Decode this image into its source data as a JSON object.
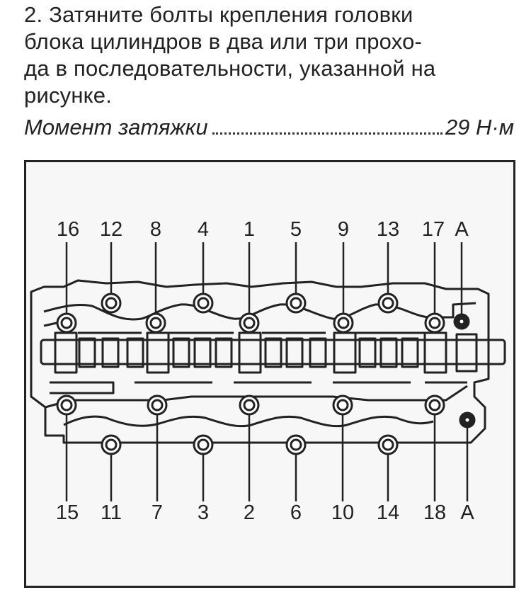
{
  "instruction": {
    "line1": "2. Затяните болты крепления головки",
    "line2": "блока цилиндров в два или три прохо-",
    "line3": "да в последовательности, указанной на",
    "line4": "рисунке."
  },
  "torque": {
    "label": "Момент затяжки",
    "value": "29 Н·м"
  },
  "diagram": {
    "top_labels": [
      "16",
      "12",
      "8",
      "4",
      "1",
      "5",
      "9",
      "13",
      "17",
      "A"
    ],
    "bottom_labels": [
      "15",
      "11",
      "7",
      "3",
      "2",
      "6",
      "10",
      "14",
      "18",
      "A"
    ]
  }
}
